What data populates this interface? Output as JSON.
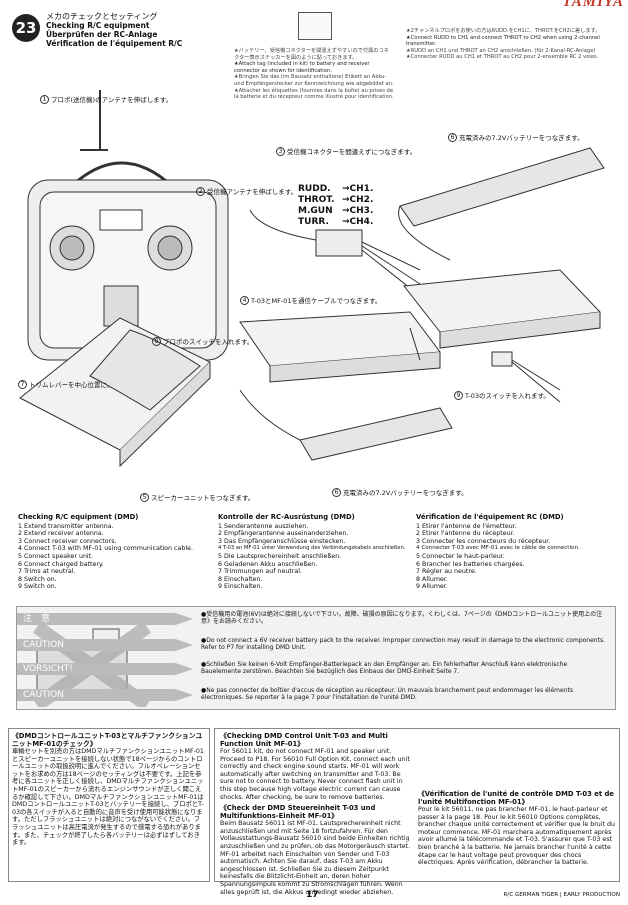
{
  "brand": "TAMIYA",
  "step": "23",
  "header": {
    "jp": "メカのチェックとセッティング",
    "en": "Checking R/C equipment",
    "de": "Überprüfen der RC-Anlage",
    "fr": "Vérification de l'équipement R/C"
  },
  "notes_mid": {
    "jp": "★バッテリー、受信機コネクターを間違えずやすいので付属のコネクター表示ステッカーを図のように貼っておきます。",
    "en": "★Attach tag (included in kit) to battery and receiver connector as shown for identification.",
    "de": "★Bringen Sie das (im Bausatz enthaltene) Etikett an Akku- und Empfängerstecker zur Kennzeichnung wie abgebildet an.",
    "fr": "★Attacher les étiquettes (fournies dans la boîte) au prises de la batterie et du récepteur comme illustré pour identification."
  },
  "notes_right": {
    "jp": "★2チャンネルプロポをお使いの方はRUDD.をCH1に、THROT.をCH2に差します。",
    "en": "★Connect RUDD to CH1 and connect THROT to CH2 when using 2-channel transmitter.",
    "de": "★RUDD an CH1 und THROT an CH2 anschließen. (für 2-Kanal-RC-Anlage)",
    "fr": "★Connecter RUDD au CH1 et THROT au CH2 pour 2-ensemble RC 2 voies."
  },
  "channels": [
    {
      "name": "RUDD.",
      "arrow": "→",
      "ch": "CH1."
    },
    {
      "name": "THROT.",
      "arrow": "→",
      "ch": "CH2."
    },
    {
      "name": "M.GUN",
      "arrow": "→",
      "ch": "CH3."
    },
    {
      "name": "TURR.",
      "arrow": "→",
      "ch": "CH4."
    }
  ],
  "callouts": [
    {
      "n": "1",
      "text": "プロポ(送信機)のアンテナを伸ばします。"
    },
    {
      "n": "2",
      "text": "受信機アンテナを伸ばします。"
    },
    {
      "n": "3",
      "text": "受信機コネクターを間違えずにつなぎます。"
    },
    {
      "n": "4",
      "text": "T-03とMF-01を通信ケーブルでつなぎます。"
    },
    {
      "n": "5",
      "text": "スピーカーユニットをつなぎます。"
    },
    {
      "n": "6",
      "text": "充電済みの7.2Vバッテリーをつなぎます。"
    },
    {
      "n": "6",
      "text": "充電済みの7.2Vバッテリーをつなぎます。"
    },
    {
      "n": "7",
      "text": "トリムレバーを中心位置に。"
    },
    {
      "n": "8",
      "text": "プロポのスイッチを入れます。"
    },
    {
      "n": "9",
      "text": "T-03のスイッチを入れます。"
    }
  ],
  "lists": [
    {
      "title": "Checking R/C equipment (DMD)",
      "items": [
        "Extend transmitter antenna.",
        "Extend receiver antenna.",
        "Connect receiver connectors.",
        "Connect T-03 with MF-01 using communication cable.",
        "Connect speaker unit.",
        "Connect charged battery.",
        "Trims at neutral.",
        "Switch on.",
        "Switch on."
      ]
    },
    {
      "title": "Kontrolle der RC-Ausrüstung (DMD)",
      "items": [
        "Senderantenne ausziehen.",
        "Empfängerantenne auseinanderziehen.",
        "Das Empfängeranschlüsse einstecken.",
        "T-03 an MF-01 unter Verwendung des Verbindungskabels anschließen.",
        "Die Lautsprechereinheit anschließen.",
        "Geladenen Akku anschließen.",
        "Trimmungen auf neutral.",
        "Einschalten.",
        "Einschalten."
      ]
    },
    {
      "title": "Vérification de l'équipement RC (DMD)",
      "items": [
        "Etirer l'antenne de l'émetteur.",
        "Etirer l'antenne du récepteur.",
        "Connecter les connecteurs du récepteur.",
        "Connecter T-03 avec MF-01 avec le câble de connection.",
        "Connecter le haut-parleur.",
        "Brancher les batteries chargées.",
        "Régler au neutre.",
        "Allumer.",
        "Allumer."
      ]
    }
  ],
  "cautions": [
    {
      "label": "注　意",
      "text": "●受信機用の電池(6V)は絶対に接続しないで下さい。故障、破損の原因になります。くわしくは、7ページの《DMDコントロールユニット使用上の注意》をお読みください。"
    },
    {
      "label": "CAUTION",
      "text": "●Do not connect a 6V receiver battery pack to the receiver. Improper connection may result in damage to the electronic components. Refer to P7 for installing DMD Unit."
    },
    {
      "label": "VORSICHT!",
      "text": "●Schließen Sie keinen 6-Volt Empfänger-Batteriepack an den Empfänger an. Ein fehlerhafter Anschluß kann elektronische Bauelemente zerstören. Beachten Sie bezüglich des Einbaus der DMD-Einheit Seite 7."
    },
    {
      "label": "CAUTION",
      "text": "●Ne pas connecter de boîtier d'accus de réception au récepteur. Un mauvais branchement peut endommager les éléments électroniques. Se reporter à la page 7 pour l'installation de l'unité DMD."
    }
  ],
  "bottom": {
    "jp_title": "《DMDコントロールユニットT-03とマルチファンクションユニットMF-01のチェック》",
    "jp_body": "車輌セットを別売の方はDMDマルチファンクションユニットMF-01とスピーカーユニットを接続しない状態で18ページからのコントロールユニットの取扱説明に進んでください。フルオペレーションセットをお求めの方は18ページのセッティングは不要です。上記を参考に各ユニットを正しく接続し、DMDマルチファンクションユニットMF-01のスピーカーから流れるエンジンサウンドが正しく聞こえるか確認して下さい。DMDマルチファンクションユニットMF-01はDMDコントロールユニットT-03とバッテリーを接続し、プロポとT-03の各スイッチが入ると自動的に音声を受け使用可能状態になります。ただしフラッシュユニットは絶対につながないでください。フラッシュユニットは高圧電流が発生するので感電する恐れがあります。また、チェックが終了したら各バッテリーは必ずはずしておきます。",
    "en_title": "《Checking DMD Control Unit T-03 and Multi Function Unit MF-01》",
    "en_body": "For 56011 kit, do not connect MF-01 and speaker unit. Proceed to P18. For 56010 Full Option Kit, connect each unit correctly and check engine sound starts. MF-01 will work automatically after switching on transmitter and T-03. Be sure not to connect to battery. Never connect flash unit in this step because high voltage electric current can cause shocks. After checking, be sure to remove batteries.",
    "de_title": "《Check der DMD Steuereinheit T-03 und Multifunktions-Einheit MF-01》",
    "de_body": "Beim Bausatz 56011 ist MF-01, Lautsprechereinheit nicht anzuschließen und mit Seite 18 fortzufahren. Für den Vollausstattungs-Bausatz 56010 sind beide Einheiten richtig anzuschließen und zu prüfen, ob das Motorgeräusch startet. MF-01 arbeitet nach Einschalten von Sender und T-03 automatisch. Achten Sie darauf, dass T-03 am Akku angeschlossen ist. Schließen Sie zu diesem Zeitpunkt keinesfalls die Blitzlicht-Einheit an, deren hoher Spannungsimpuls kommt zu Stromschlägen führen. Wenn alles geprüft ist, die Akkus unbedingt wieder abziehen.",
    "fr_title": "《Vérification de l'unité de contrôle DMD T-03 et de l'unité Multifonction MF-01》",
    "fr_body": "Pour le kit 56011, ne pas brancher MF-01, le haut-parleur et passer à la page 18. Pour le kit 56010 Options complètes, brancher chaque unité correctement et vérifier que le bruit du moteur commence. MF-01 marchera automatiquement après avoir allumé la télécommande et T-03. S'assurer que T-03 est bien branché à la batterie. Ne jamais brancher l'unité à cette étape car le haut voltage peut provoquer des chocs électriques. Après vérification, débrancher la batterie."
  },
  "footer": {
    "page": "17",
    "right": "R/C GERMAN TIGER | EARLY PRODUCTION"
  }
}
